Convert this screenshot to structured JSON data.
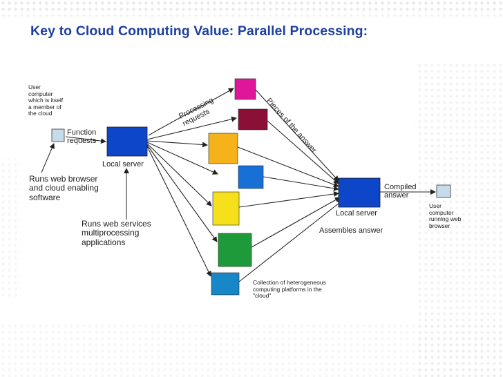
{
  "slide": {
    "title": "Key to Cloud Computing Value: Parallel Processing:"
  },
  "diagram": {
    "user_computer_left": "User\ncomputer\nwhich is itself\na member of\nthe cloud",
    "function_requests": "Function\nrequests",
    "local_server_left": "Local server",
    "runs_web_browser": "Runs web browser\nand cloud enabling\nsoftware",
    "runs_web_services": "Runs web services\nmultiprocessing\napplications",
    "processing_requests": "Processing\nrequests",
    "pieces_of_answer": "Pieces of the answer",
    "local_server_right": "Local server",
    "compiled_answer": "Compiled\nanswer",
    "assembles_answer": "Assembles answer",
    "user_computer_right": "User\ncomputer\nrunning web\nbrowser",
    "collection_note": "Collection of heterogeneous\ncomputing platforms in the\n\"cloud\"",
    "platform_colors": [
      "#e0169a",
      "#8b1038",
      "#f6b21a",
      "#1670d6",
      "#f6e01c",
      "#1f9a3a",
      "#1887c8"
    ],
    "server_color": "#0d46c8",
    "user_box_color": "#c6dceb"
  }
}
